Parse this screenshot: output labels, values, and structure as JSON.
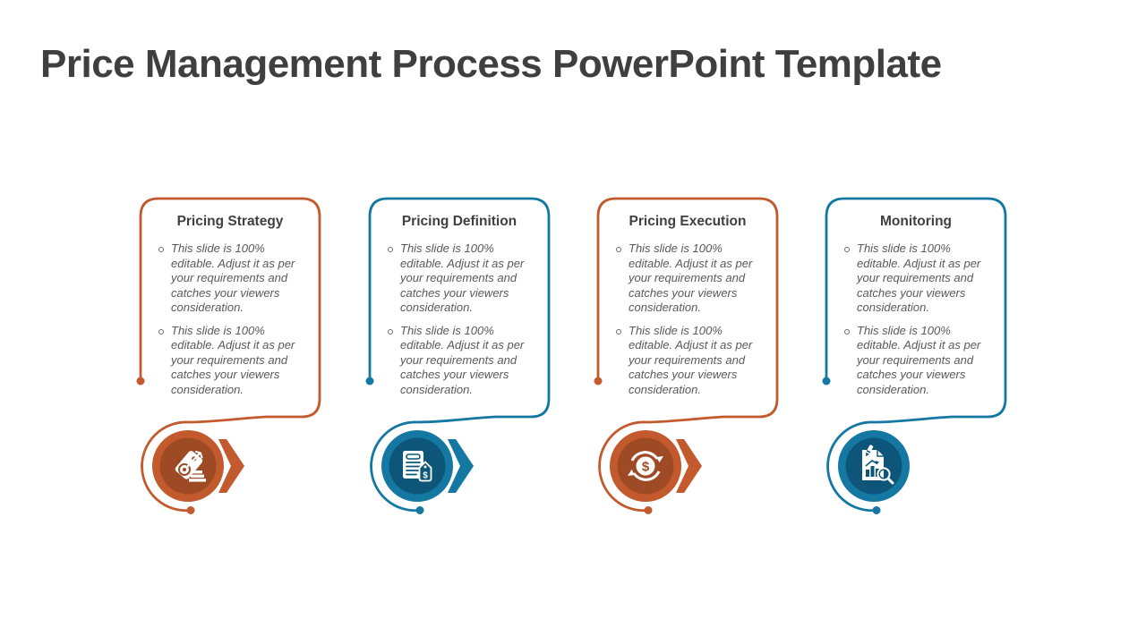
{
  "slide": {
    "title": "Price Management Process PowerPoint Template"
  },
  "colors": {
    "orange": "#c25a2e",
    "orange_dark": "#9e4a25",
    "blue": "#1478a2",
    "blue_dark": "#0d567a",
    "title_text": "#3f3f3f",
    "card_title_text": "#404040",
    "body_text": "#595959"
  },
  "cards": [
    {
      "title": "Pricing Strategy",
      "accent": "orange",
      "icon": "price-tag-target-icon",
      "has_next_arrow": true,
      "bullets": [
        "This slide is 100% editable. Adjust it as per your requirements and catches your viewers consideration.",
        "This slide is 100% editable. Adjust it as per your requirements and catches your viewers consideration."
      ]
    },
    {
      "title": "Pricing Definition",
      "accent": "blue",
      "icon": "document-price-tag-icon",
      "has_next_arrow": true,
      "bullets": [
        "This slide is 100% editable. Adjust it as per your requirements and catches your viewers consideration.",
        "This slide is 100% editable. Adjust it as per your requirements and catches your viewers consideration."
      ]
    },
    {
      "title": "Pricing Execution",
      "accent": "orange",
      "icon": "dollar-cycle-icon",
      "has_next_arrow": true,
      "bullets": [
        "This slide is 100% editable. Adjust it as per your requirements and catches your viewers consideration.",
        "This slide is 100% editable. Adjust it as per your requirements and catches your viewers consideration."
      ]
    },
    {
      "title": "Monitoring",
      "accent": "blue",
      "icon": "report-magnifier-icon",
      "has_next_arrow": false,
      "bullets": [
        "This slide is 100% editable. Adjust it as per your requirements and catches your viewers consideration.",
        "This slide is 100% editable. Adjust it as per your requirements and catches your viewers consideration."
      ]
    }
  ]
}
